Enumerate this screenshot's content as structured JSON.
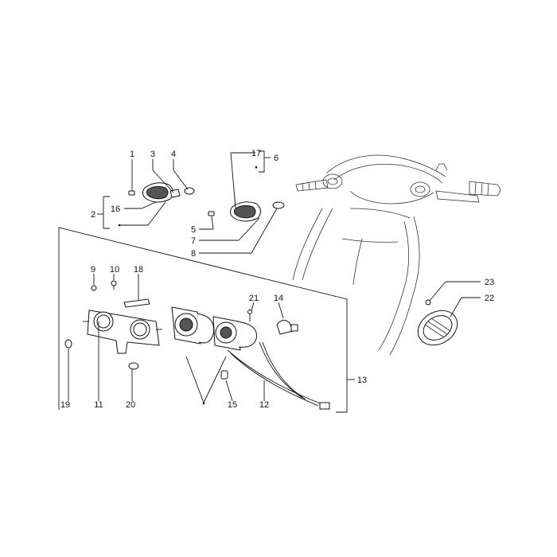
{
  "diagram": {
    "callouts": {
      "c1": "1",
      "c2": "2",
      "c3": "3",
      "c4": "4",
      "c5": "5",
      "c6": "6",
      "c7": "7",
      "c8": "8",
      "c9": "9",
      "c10": "10",
      "c11": "11",
      "c12": "12",
      "c13": "13",
      "c14": "14",
      "c15": "15",
      "c16": "16",
      "c17": "17",
      "c18": "18",
      "c19": "19",
      "c20": "20",
      "c21": "21",
      "c22": "22",
      "c23": "23"
    }
  }
}
